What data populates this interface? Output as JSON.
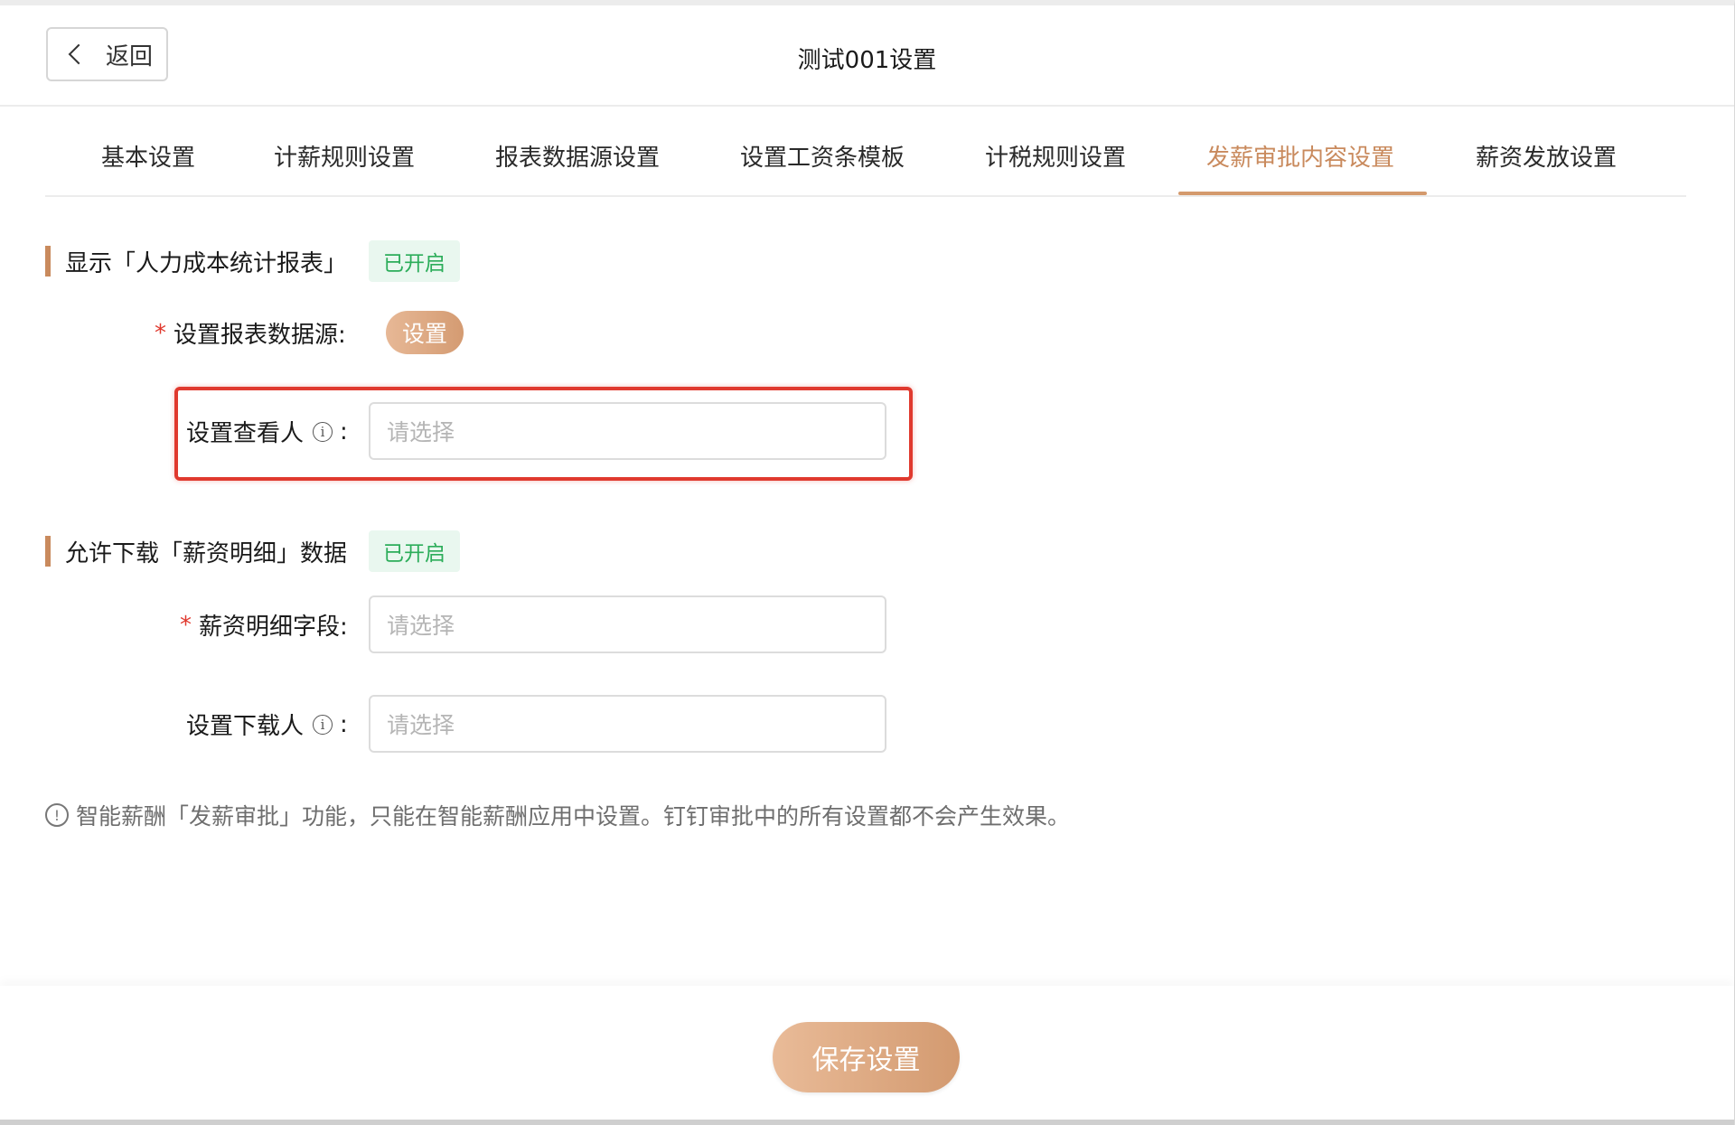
{
  "header": {
    "back_label": "返回",
    "title": "测试001设置"
  },
  "tabs": [
    {
      "label": "基本设置",
      "active": false
    },
    {
      "label": "计薪规则设置",
      "active": false
    },
    {
      "label": "报表数据源设置",
      "active": false
    },
    {
      "label": "设置工资条模板",
      "active": false
    },
    {
      "label": "计税规则设置",
      "active": false
    },
    {
      "label": "发薪审批内容设置",
      "active": true
    },
    {
      "label": "薪资发放设置",
      "active": false
    }
  ],
  "section1": {
    "title": "显示「人力成本统计报表」",
    "status": "已开启",
    "datasource_label": "设置报表数据源:",
    "datasource_button": "设置",
    "viewer_label": "设置查看人",
    "viewer_placeholder": "请选择"
  },
  "section2": {
    "title": "允许下载「薪资明细」数据",
    "status": "已开启",
    "fields_label": "薪资明细字段:",
    "fields_placeholder": "请选择",
    "downloader_label": "设置下载人",
    "downloader_placeholder": "请选择"
  },
  "notice": "智能薪酬「发薪审批」功能，只能在智能薪酬应用中设置。钉钉审批中的所有设置都不会产生效果。",
  "footer": {
    "save_label": "保存设置"
  },
  "colors": {
    "accent": "#c98a5d",
    "status_green": "#2cad5a",
    "highlight_red": "#e0392e"
  }
}
